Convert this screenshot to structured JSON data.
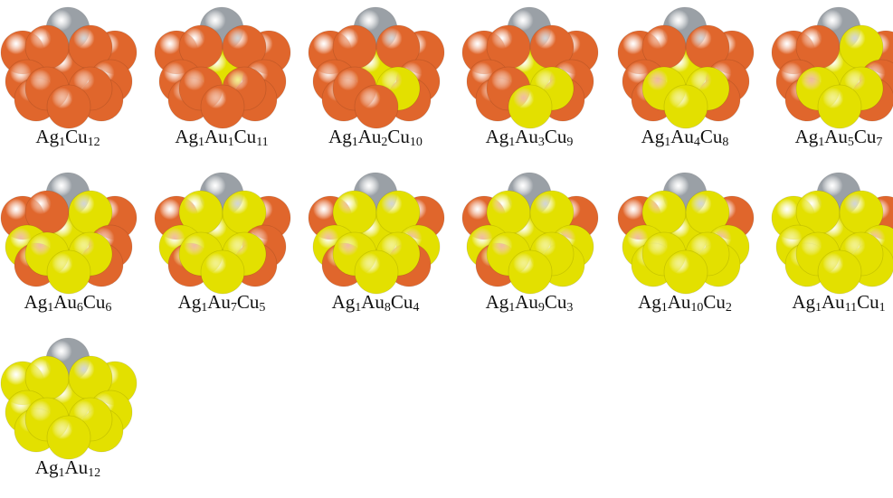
{
  "colors": {
    "Ag": "#9aa0a6",
    "Au": "#e3e000",
    "Cu": "#e0662c"
  },
  "clusters": [
    {
      "parts": [
        {
          "el": "Ag",
          "n": "1"
        },
        {
          "el": "Cu",
          "n": "12"
        }
      ],
      "au": 0
    },
    {
      "parts": [
        {
          "el": "Ag",
          "n": "1"
        },
        {
          "el": "Au",
          "n": "1"
        },
        {
          "el": "Cu",
          "n": "11"
        }
      ],
      "au": 1
    },
    {
      "parts": [
        {
          "el": "Ag",
          "n": "1"
        },
        {
          "el": "Au",
          "n": "2"
        },
        {
          "el": "Cu",
          "n": "10"
        }
      ],
      "au": 2
    },
    {
      "parts": [
        {
          "el": "Ag",
          "n": "1"
        },
        {
          "el": "Au",
          "n": "3"
        },
        {
          "el": "Cu",
          "n": "9"
        }
      ],
      "au": 3
    },
    {
      "parts": [
        {
          "el": "Ag",
          "n": "1"
        },
        {
          "el": "Au",
          "n": "4"
        },
        {
          "el": "Cu",
          "n": "8"
        }
      ],
      "au": 4
    },
    {
      "parts": [
        {
          "el": "Ag",
          "n": "1"
        },
        {
          "el": "Au",
          "n": "5"
        },
        {
          "el": "Cu",
          "n": "7"
        }
      ],
      "au": 5
    },
    {
      "parts": [
        {
          "el": "Ag",
          "n": "1"
        },
        {
          "el": "Au",
          "n": "6"
        },
        {
          "el": "Cu",
          "n": "6"
        }
      ],
      "au": 6
    },
    {
      "parts": [
        {
          "el": "Ag",
          "n": "1"
        },
        {
          "el": "Au",
          "n": "7"
        },
        {
          "el": "Cu",
          "n": "5"
        }
      ],
      "au": 7
    },
    {
      "parts": [
        {
          "el": "Ag",
          "n": "1"
        },
        {
          "el": "Au",
          "n": "8"
        },
        {
          "el": "Cu",
          "n": "4"
        }
      ],
      "au": 8
    },
    {
      "parts": [
        {
          "el": "Ag",
          "n": "1"
        },
        {
          "el": "Au",
          "n": "9"
        },
        {
          "el": "Cu",
          "n": "3"
        }
      ],
      "au": 9
    },
    {
      "parts": [
        {
          "el": "Ag",
          "n": "1"
        },
        {
          "el": "Au",
          "n": "10"
        },
        {
          "el": "Cu",
          "n": "2"
        }
      ],
      "au": 10
    },
    {
      "parts": [
        {
          "el": "Ag",
          "n": "1"
        },
        {
          "el": "Au",
          "n": "11"
        },
        {
          "el": "Cu",
          "n": "1"
        }
      ],
      "au": 11
    },
    {
      "parts": [
        {
          "el": "Ag",
          "n": "1"
        },
        {
          "el": "Au",
          "n": "12"
        }
      ],
      "au": 12
    }
  ]
}
